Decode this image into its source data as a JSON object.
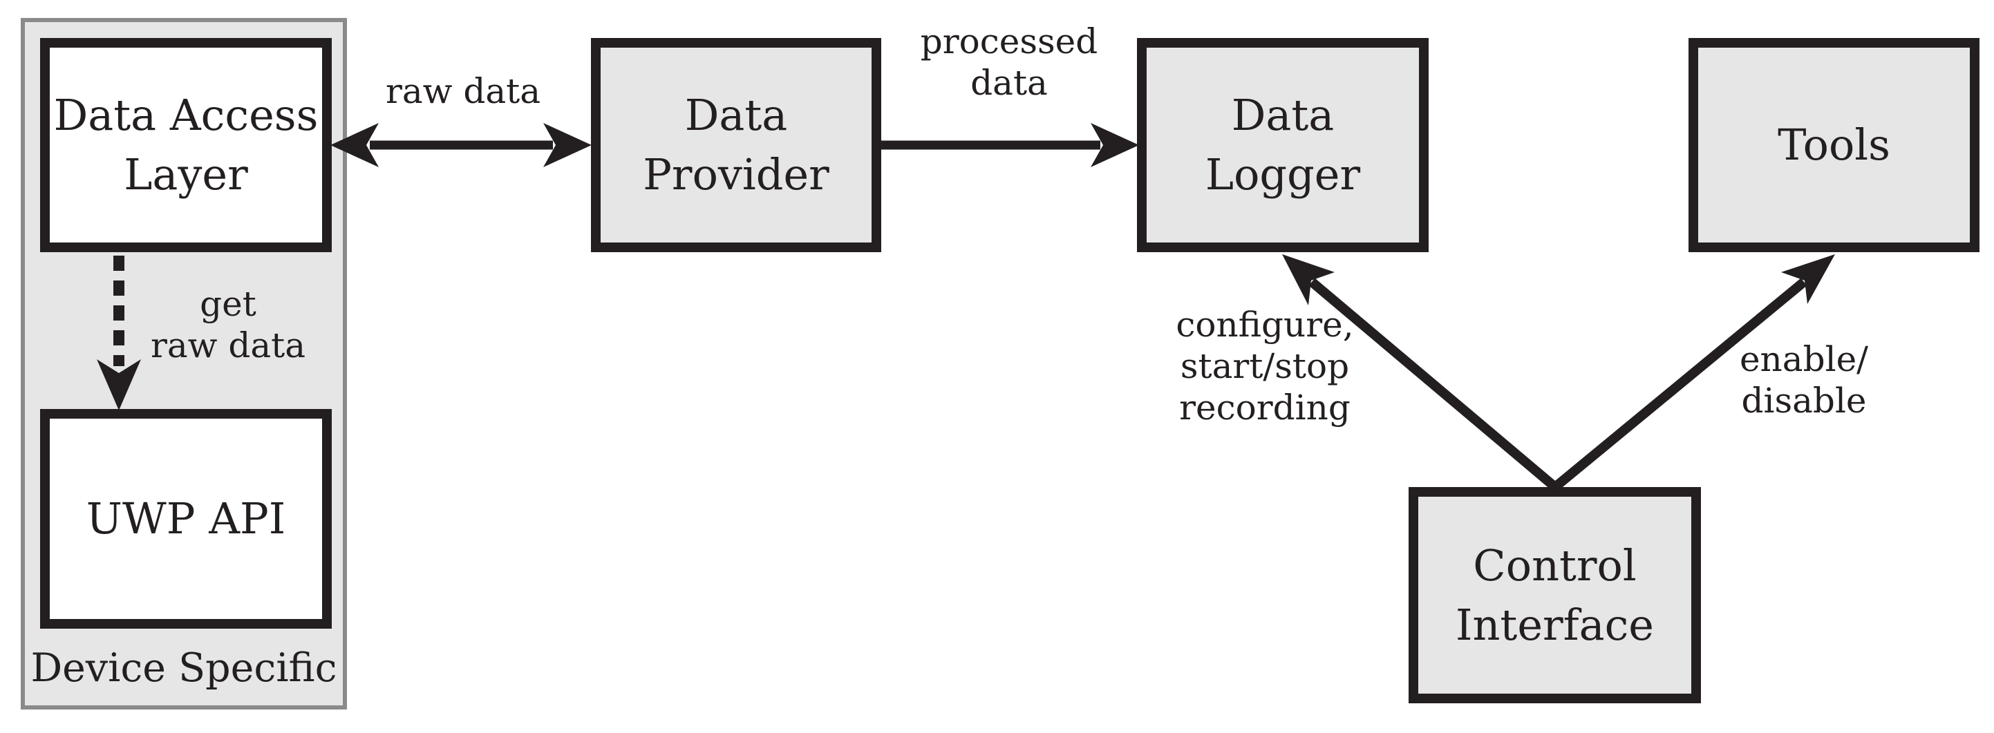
{
  "group": {
    "label": "Device Specific"
  },
  "boxes": {
    "data_access_layer": "Data Access\nLayer",
    "uwp_api": "UWP API",
    "data_provider": "Data\nProvider",
    "data_logger": "Data\nLogger",
    "tools": "Tools",
    "control_interface": "Control\nInterface"
  },
  "edges": {
    "raw_data": "raw data",
    "processed_data": "processed\ndata",
    "get_raw_data": "get\nraw data",
    "configure_recording": "configure,\nstart/stop\nrecording",
    "enable_disable": "enable/\ndisable"
  },
  "colors": {
    "box_fill": "#e6e6e6",
    "border": "#231f20",
    "group_border": "#8a8a8a"
  }
}
